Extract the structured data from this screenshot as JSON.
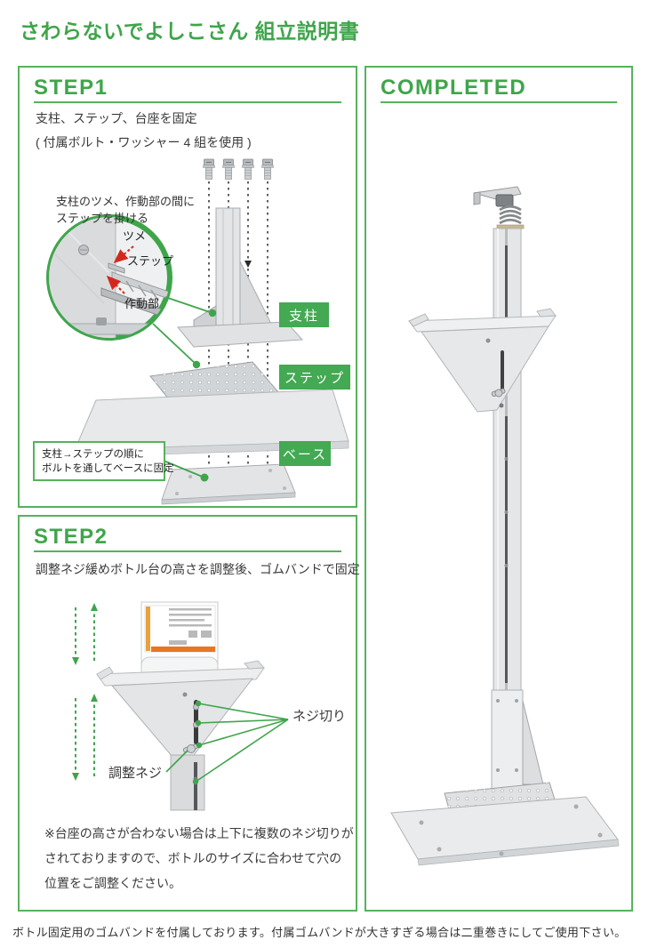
{
  "title": "さわらないでよしこさん 組立説明書",
  "colors": {
    "green": "#3fa54b",
    "green-border": "#56b25c",
    "label-bg": "#43a952",
    "red": "#d3281e",
    "text": "#3a3a3a",
    "orange": "#e87722"
  },
  "step1": {
    "heading": "STEP1",
    "desc_line1": "支柱、ステップ、台座を固定",
    "desc_line2": "( 付属ボルト・ワッシャー 4 組を使用 )",
    "hook_note_line1": "支柱のツメ、作動部の間に",
    "hook_note_line2": "ステップを掛ける",
    "magnifier": {
      "claw": "ツメ",
      "step": "ステップ",
      "actuator": "作動部"
    },
    "labels": {
      "pillar": "支柱",
      "step": "ステップ",
      "base": "ベース"
    },
    "callout_line1": "支柱→ステップの順に",
    "callout_line2": "ボルトを通してベースに固定"
  },
  "step2": {
    "heading": "STEP2",
    "desc": "調整ネジ緩めボトル台の高さを調整後、ゴムバンドで固定",
    "thread_label": "ネジ切り",
    "screw_label": "調整ネジ",
    "note_line1": "※台座の高さが合わない場合は上下に複数のネジ切りが",
    "note_line2": "されておりますので、ボトルのサイズに合わせて穴の",
    "note_line3": "位置をご調整ください。"
  },
  "completed": {
    "heading": "COMPLETED"
  },
  "footer": "ボトル固定用のゴムバンドを付属しております。付属ゴムバンドが大きすぎる場合は二重巻きにしてご使用下さい。"
}
